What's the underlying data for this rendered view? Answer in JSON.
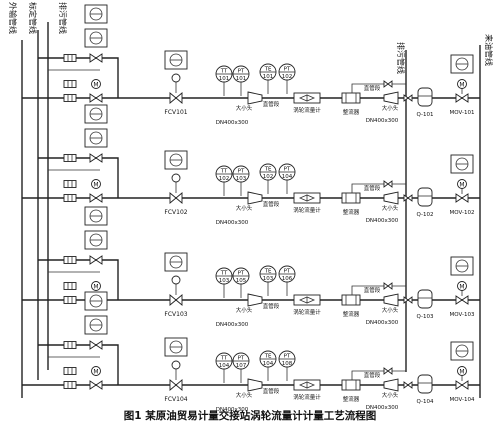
{
  "headers": {
    "export_pipeline": "外输管线",
    "calibration_pipeline": "标定管线",
    "drain_pipeline_left": "排污管线",
    "drain_pipeline_right": "排污管线",
    "inlet_pipeline": "来油管线"
  },
  "common_labels": {
    "straight_section": "直管段",
    "turbine_meter": "涡轮流量计",
    "reducer": "大小头",
    "flow_conditioner": "整流器"
  },
  "runs": [
    {
      "fcv": "FCV101",
      "dn_outlet": "DN400x300",
      "dn_inlet": "DN400x300",
      "filter": "Q-101",
      "mov": "MOV-101",
      "instruments": [
        "TT 101",
        "PT 101",
        "TE 101",
        "PT 102"
      ]
    },
    {
      "fcv": "FCV102",
      "dn_outlet": "DN400x300",
      "dn_inlet": "DN400x300",
      "filter": "Q-102",
      "mov": "MOV-102",
      "instruments": [
        "TT 102",
        "PT 103",
        "TE 102",
        "PT 104"
      ]
    },
    {
      "fcv": "FCV103",
      "dn_outlet": "DN400x300",
      "dn_inlet": "DN400x300",
      "filter": "Q-103",
      "mov": "MOV-103",
      "instruments": [
        "TT 103",
        "PT 105",
        "TE 103",
        "PT 106"
      ]
    },
    {
      "fcv": "FCV104",
      "dn_outlet": "DN400x300",
      "dn_inlet": "DN400x300",
      "filter": "Q-104",
      "mov": "MOV-104",
      "instruments": [
        "TT 104",
        "PT 107",
        "TE 104",
        "PT 108"
      ]
    }
  ],
  "caption": "图1 某原油贸易计量交接站涡轮流量计计量工艺流程图"
}
